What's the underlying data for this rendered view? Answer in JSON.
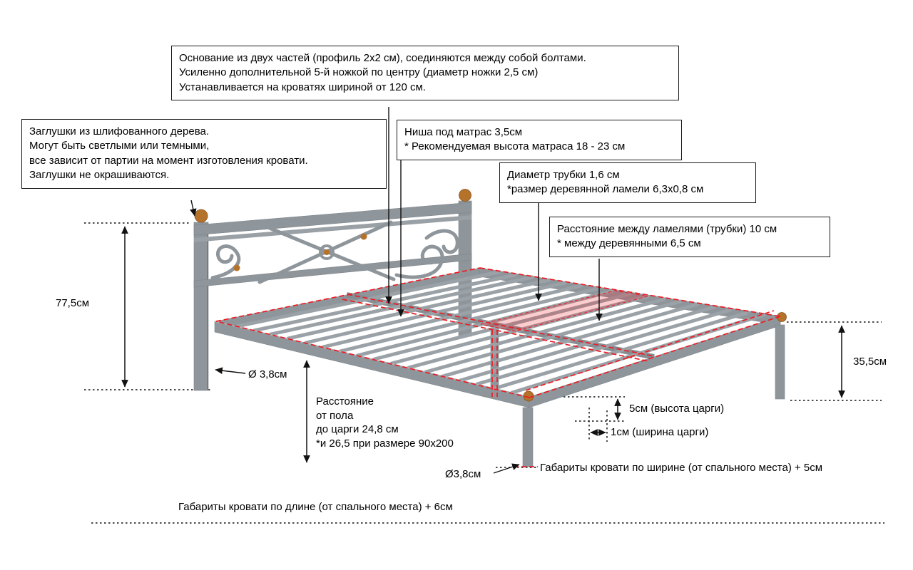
{
  "callouts": {
    "base": "Основание из двух частей (профиль 2x2 см), соединяются между собой болтами.\nУсиленно дополнительной 5-й ножкой по центру (диаметр ножки 2,5 см)\nУстанавливается на кроватях шириной от 120 см.",
    "caps": "Заглушки из шлифованного дерева.\nМогут быть светлыми или темными,\nвсе зависит от партии на момент изготовления кровати.\nЗаглушки не окрашиваются.",
    "niche": "Ниша под матрас 3,5см\n* Рекомендуемая высота матраса 18 - 23 см",
    "tube": "Диаметр трубки 1,6 см\n*размер деревянной ламели 6,3x0,8 см",
    "spacing": "Расстояние между ламелями (трубки) 10 см\n* между деревянными 6,5 см"
  },
  "dimensions": {
    "headboard_height": "77,5см",
    "frame_height": "35,5см",
    "leg_diameter_head": "Ø 3,8см",
    "leg_diameter_foot": "Ø3,8см",
    "floor_to_rail": "Расстояние\nот пола\nдо царги 24,8 см\n*и 26,5 при размере 90x200",
    "rail_height": "5см (высота царги)",
    "rail_width": "1см (ширина царги)",
    "overall_width": "Габариты кровати по ширине (от спального места) + 5см",
    "overall_length": "Габариты кровати по длине (от спального места) + 6см"
  },
  "colors": {
    "frame_gray": "#8f969b",
    "slat_gray": "#9ba2a7",
    "accent_red": "#ed1c24",
    "wood_cap": "#b5722a",
    "text": "#000000",
    "background": "#ffffff"
  }
}
